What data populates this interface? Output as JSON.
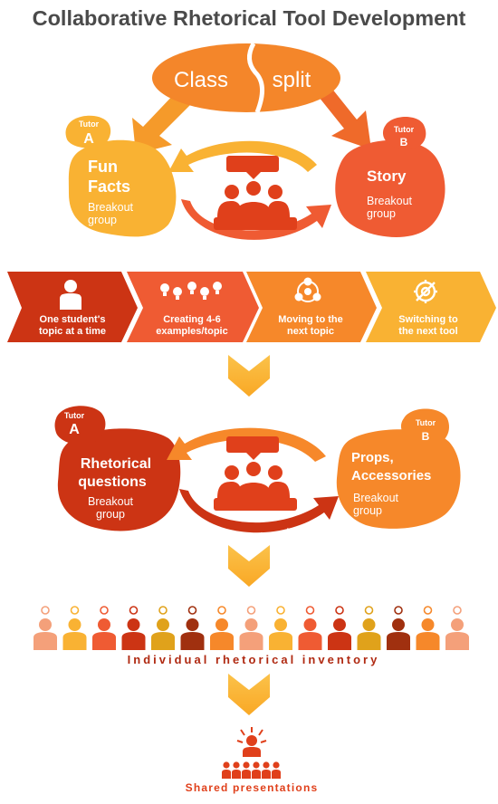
{
  "title": "Collaborative Rhetorical Tool Development",
  "class_split": {
    "left": "Class",
    "right": "split"
  },
  "stage1": {
    "left": {
      "tutor_label": "Tutor",
      "tutor_letter": "A",
      "title_line1": "Fun",
      "title_line2": "Facts",
      "sub_line1": "Breakout",
      "sub_line2": "group"
    },
    "right": {
      "tutor_label": "Tutor",
      "tutor_letter": "B",
      "title_line1": "Story",
      "sub_line1": "Breakout",
      "sub_line2": "group"
    },
    "roundtable": "Roundtable discussions"
  },
  "steps": [
    {
      "line1": "One student's",
      "line2": "topic at a time",
      "icon": "person-icon"
    },
    {
      "line1": "Creating 4-6",
      "line2": "examples/topic",
      "icon": "lightbulbs-icon"
    },
    {
      "line1": "Moving to the",
      "line2": "next topic",
      "icon": "cycle-icon"
    },
    {
      "line1": "Switching to",
      "line2": "the next tool",
      "icon": "gear-wrench-icon"
    }
  ],
  "stage2": {
    "left": {
      "tutor_label": "Tutor",
      "tutor_letter": "A",
      "title_line1": "Rhetorical",
      "title_line2": "questions",
      "sub_line1": "Breakout",
      "sub_line2": "group"
    },
    "right": {
      "tutor_label": "Tutor",
      "tutor_letter": "B",
      "title_line1": "Props,",
      "title_line2": "Accessories",
      "sub_line1": "Breakout",
      "sub_line2": "group"
    },
    "roundtable": "Roundtable discussions"
  },
  "inventory_label": "Individual rhetorical inventory",
  "shared_label": "Shared presentations",
  "colors": {
    "title": "#4a4a4a",
    "orange": "#f07a1f",
    "yellow": "#f9b233",
    "coral": "#ef5b33",
    "red": "#cc3414",
    "dark_red": "#b02a12"
  }
}
